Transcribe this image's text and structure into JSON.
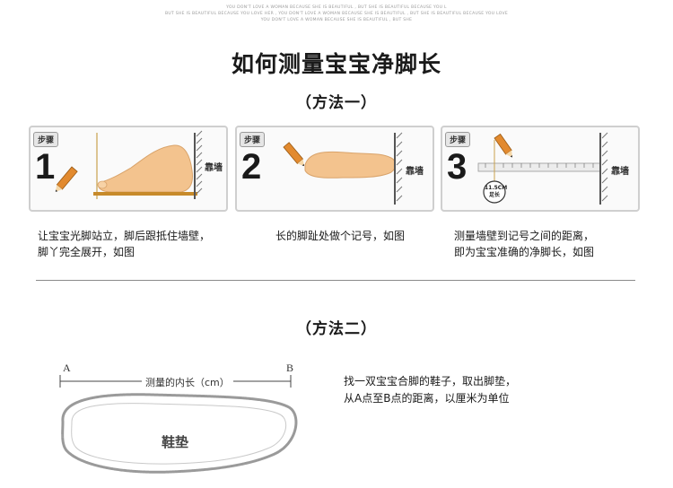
{
  "header": {
    "taglines": [
      "YOU DON'T LOVE A WOMAN BECAUSE SHE IS BEAUTIFUL , BUT SHE IS BEAUTIFUL BECAUSE YOU L",
      "BUT SHE IS BEAUTIFUL BECAUSE YOU LOVE HER , YOU DON'T LOVE A WOMAN BECAUSE SHE IS BEAUTIFUL , BUT SHE IS BEAUTIFUL BECAUSE YOU LOVE",
      "YOU DON'T LOVE A WOMAN BECAUSE SHE IS BEAUTIFUL , BUT SHE"
    ],
    "title": "如何测量宝宝净脚长"
  },
  "method1": {
    "label": "（方法一）",
    "steps": [
      {
        "tag": "步骤",
        "number": "1",
        "wall": "靠墙",
        "caption": [
          "让宝宝光脚站立，脚后跟抵住墙壁，",
          "脚丫完全展开，如图"
        ]
      },
      {
        "tag": "步骤",
        "number": "2",
        "wall": "靠墙",
        "caption": [
          "长的脚趾处做个记号，如图"
        ]
      },
      {
        "tag": "步骤",
        "number": "3",
        "wall": "靠墙",
        "measure": [
          "11.5CM",
          "足长"
        ],
        "caption": [
          "测量墙壁到记号之间的距离，",
          "即为宝宝准确的净脚长，如图"
        ]
      }
    ]
  },
  "method2": {
    "label": "（方法二）",
    "point_a": "A",
    "point_b": "B",
    "inner_length": "测量的内长（cm）",
    "insole": "鞋垫",
    "caption": [
      "找一双宝宝合脚的鞋子，取出脚垫，",
      "从A点至B点的距离，以厘米为单位"
    ]
  },
  "colors": {
    "foot": "#f3c38e",
    "pencil": "#e28a2f",
    "wall": "#555555"
  }
}
